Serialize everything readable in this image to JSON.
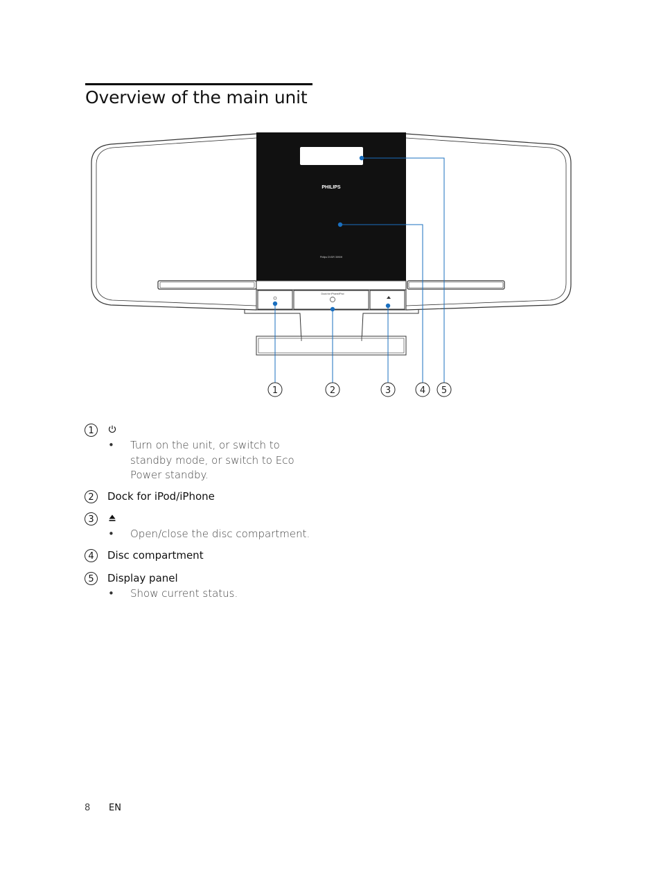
{
  "page": {
    "title": "Overview of the main unit",
    "page_number": "8",
    "language": "EN"
  },
  "diagram": {
    "brand": "PHILIPS",
    "model_text": "Philips DVDR 3590H",
    "dock_label": "Dock for iPhone/iPod",
    "callouts": [
      "1",
      "2",
      "3",
      "4",
      "5"
    ],
    "accent_color": "#1a6fbf"
  },
  "items": [
    {
      "num": "1",
      "icon": "power-icon",
      "label": "",
      "bullets": [
        "Turn on the unit, or switch to standby mode, or switch to Eco Power standby."
      ]
    },
    {
      "num": "2",
      "label": "Dock for iPod/iPhone",
      "bullets": []
    },
    {
      "num": "3",
      "icon": "eject-icon",
      "label": "",
      "bullets": [
        "Open/close the disc compartment."
      ]
    },
    {
      "num": "4",
      "label": "Disc compartment",
      "bullets": []
    },
    {
      "num": "5",
      "label": "Display panel",
      "bullets": [
        "Show current status."
      ]
    }
  ]
}
